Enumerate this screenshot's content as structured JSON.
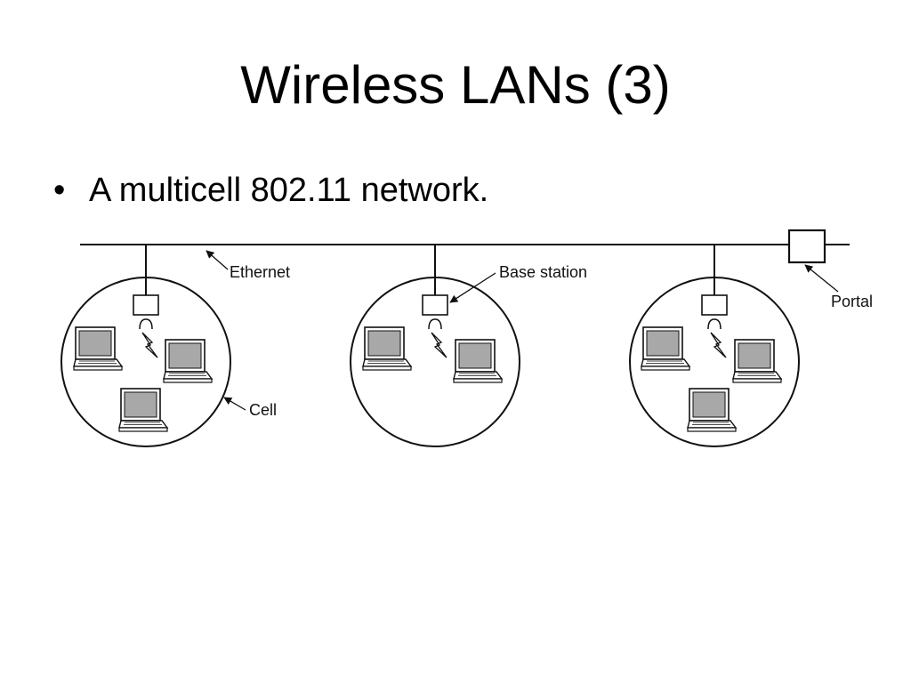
{
  "slide": {
    "title": "Wireless LANs (3)",
    "bullet_marker": "•",
    "bullet_text": "A multicell 802.11 network."
  },
  "diagram": {
    "labels": {
      "ethernet": "Ethernet",
      "base_station": "Base station",
      "portal": "Portal",
      "cell": "Cell"
    },
    "cells": [
      {
        "laptops": 3
      },
      {
        "laptops": 2
      },
      {
        "laptops": 3
      }
    ],
    "colors": {
      "line": "#111111",
      "screen": "#a8a8a8",
      "background": "#ffffff"
    }
  }
}
